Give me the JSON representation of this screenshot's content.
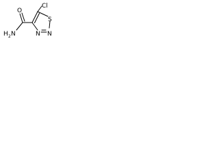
{
  "molecule": {
    "atoms": {
      "chlorine": "Cl",
      "sulfur": "S",
      "nitrogen_ring_1": "N",
      "nitrogen_ring_2": "N",
      "oxygen": "O",
      "amide_nitrogen": "H",
      "amide_nitrogen_subscript": "2",
      "amide_nitrogen_letter": "N"
    }
  }
}
